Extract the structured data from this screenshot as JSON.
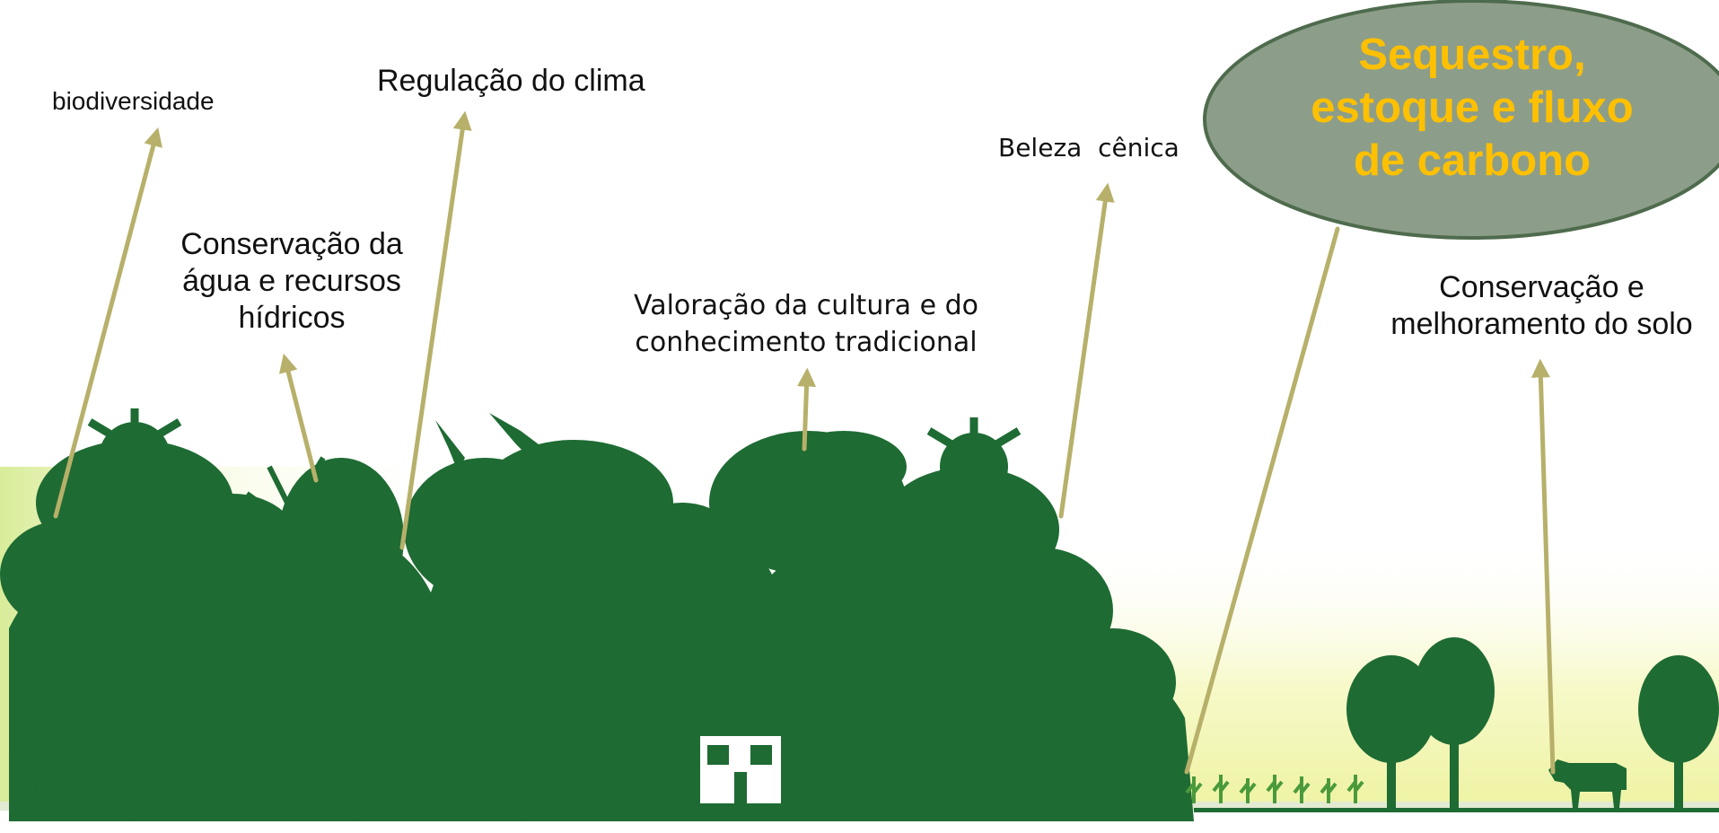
{
  "labels": {
    "biodiversidade": "biodiversidade",
    "regulacao_clima": "Regulação do clima",
    "conservacao_agua": [
      "Conservação da",
      "água e recursos",
      "hídricos"
    ],
    "valoracao_cultura": [
      "Valoração da cultura e do",
      "conhecimento tradicional"
    ],
    "beleza_cenica": "Beleza  cênica",
    "conservacao_solo": [
      "Conservação e",
      "melhoramento do solo"
    ]
  },
  "highlight": {
    "lines": [
      "Sequestro,",
      "estoque e fluxo",
      "de carbono"
    ]
  },
  "colors": {
    "vegetation": "#1e6b33",
    "arrow": "#b7b06a",
    "ellipse_fill": "#8c9e8a",
    "ellipse_stroke": "#4f6b4d",
    "highlight_text": "#ffc000",
    "sky_gradient": "#f4f7b8"
  }
}
